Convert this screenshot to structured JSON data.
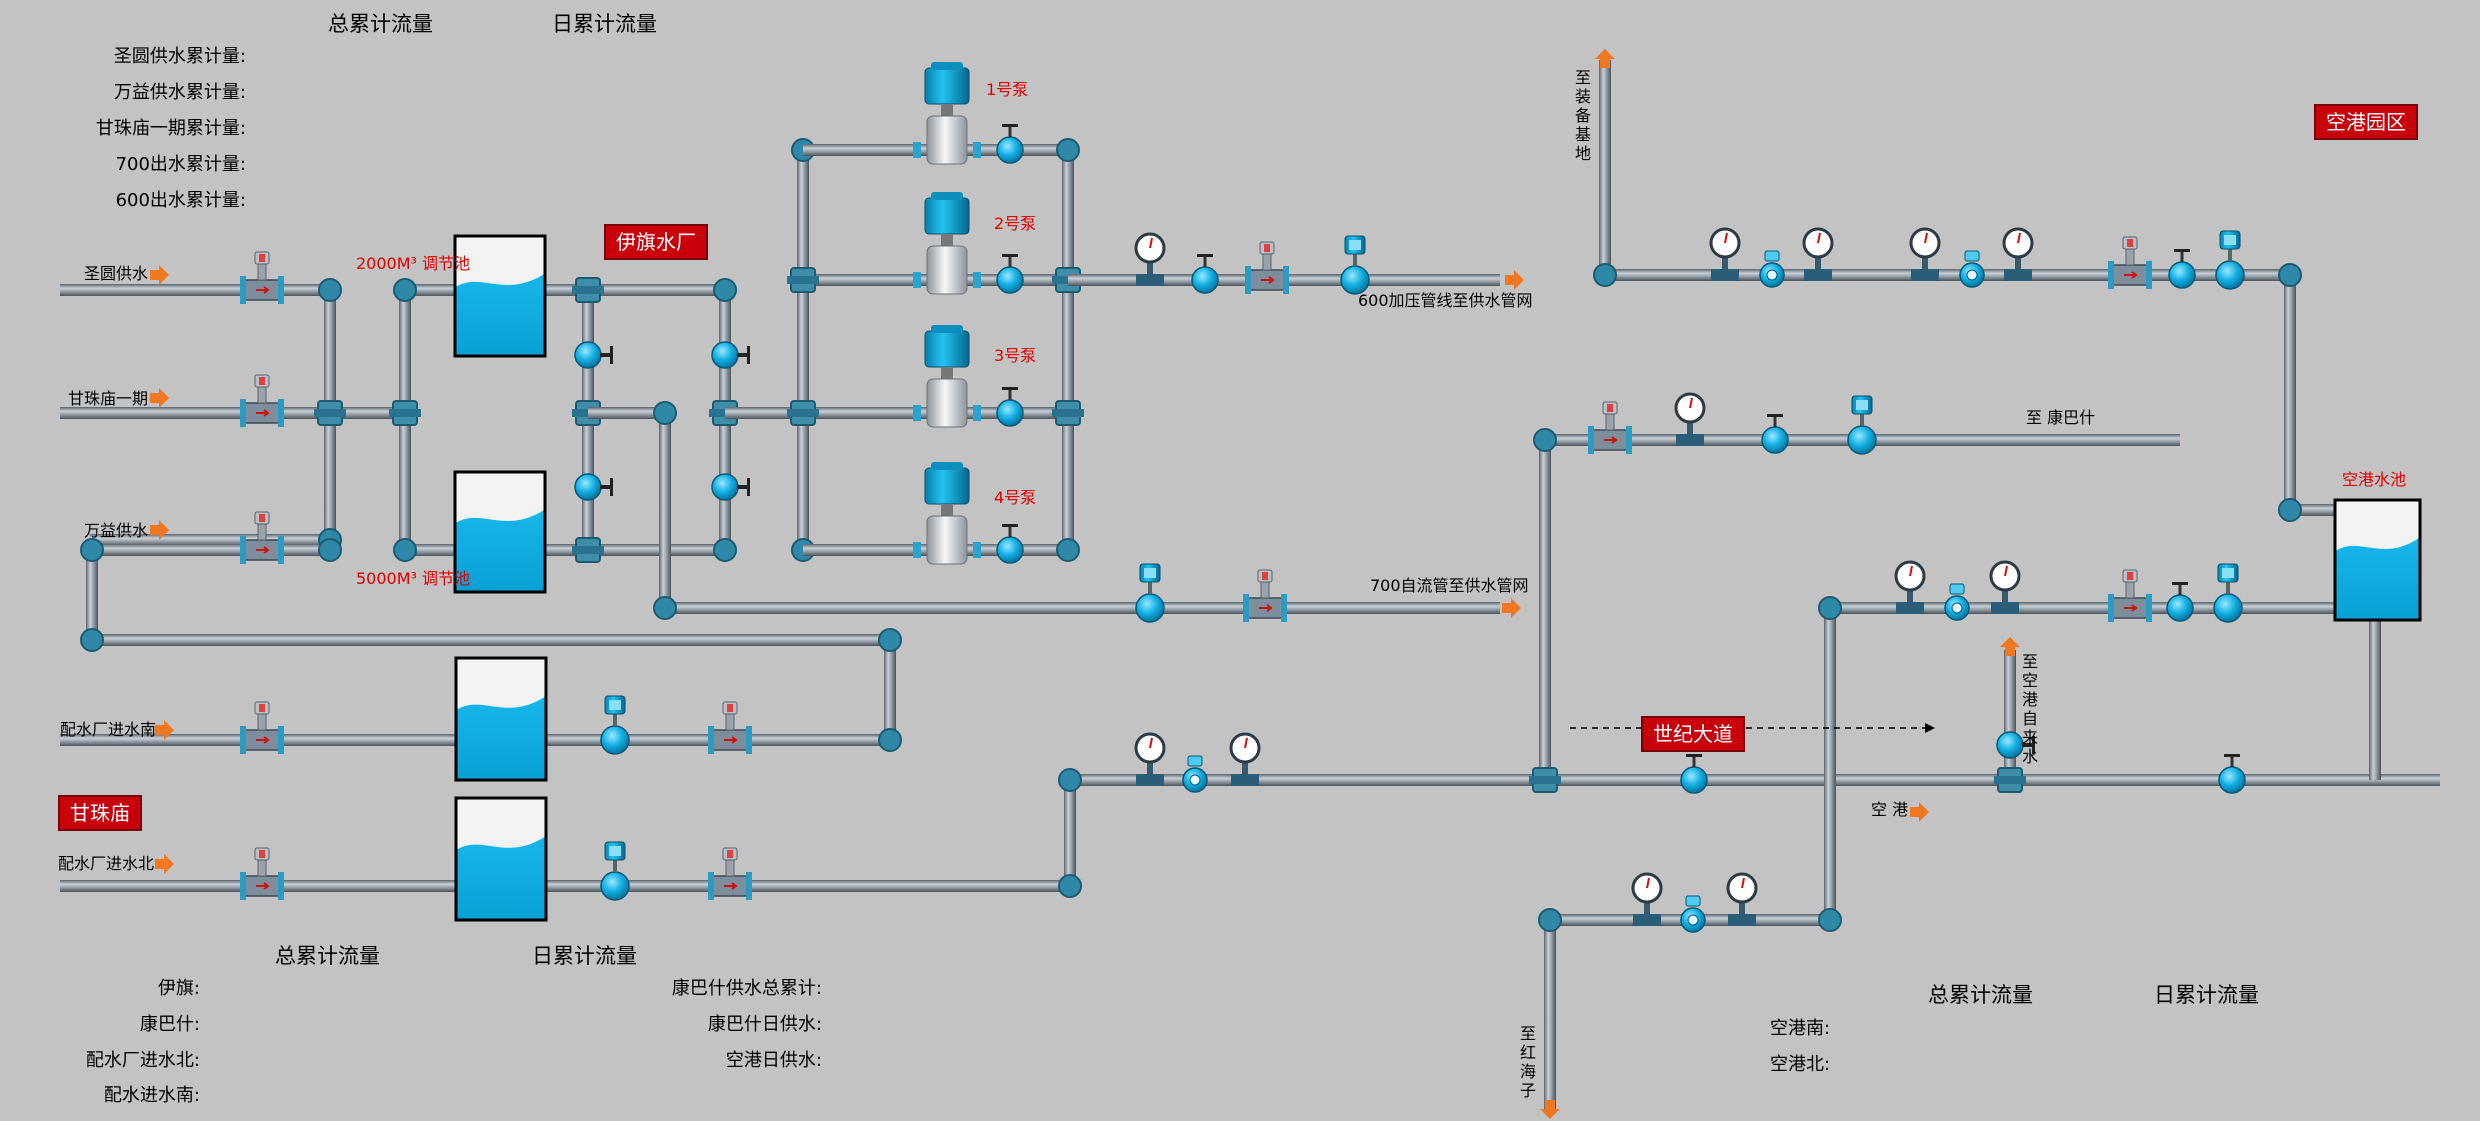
{
  "top_left_panel": {
    "header_total": "总累计流量",
    "header_daily": "日累计流量",
    "rows": [
      "圣圆供水累计量:",
      "万益供水累计量:",
      "甘珠庙一期累计量:",
      "700出水累计量:",
      "600出水累计量:"
    ]
  },
  "bottom_left_panel": {
    "header_total": "总累计流量",
    "header_daily": "日累计流量",
    "rows": [
      "伊旗:",
      "康巴什:",
      "配水厂进水北:",
      "配水进水南:"
    ]
  },
  "bottom_middle_panel": {
    "rows": [
      "康巴什供水总累计:",
      "康巴什日供水:",
      "空港日供水:"
    ]
  },
  "bottom_right_panel": {
    "header_total": "总累计流量",
    "header_daily": "日累计流量",
    "rows": [
      "空港南:",
      "空港北:"
    ]
  },
  "inlets": {
    "shengyuan": "圣圆供水",
    "ganzhumiao1": "甘珠庙一期",
    "wanyi": "万益供水",
    "peishui_south": "配水厂进水南",
    "peishui_north": "配水厂进水北"
  },
  "tanks": {
    "tank_2000": "2000M³ 调节池",
    "tank_5000": "5000M³ 调节池",
    "konggang_pool": "空港水池"
  },
  "pumps": [
    "1号泵",
    "2号泵",
    "3号泵",
    "4号泵"
  ],
  "red_boxes": {
    "yiqi_plant": "伊旗水厂",
    "ganzhumiao": "甘珠庙",
    "shiji_dadao": "世纪大道",
    "konggang_park": "空港园区"
  },
  "pipe_labels": {
    "line_600": "600加压管线至供水管网",
    "line_700": "700自流管至供水管网",
    "to_kangbashi": "至 康巴什",
    "konggang": "空 港",
    "to_zhuangbei": "至装备基地",
    "to_konggang_tap": "至空港自来水",
    "to_honghaizi": "至红海子"
  },
  "colors": {
    "background": "#c3c3c3",
    "pipe": "#808a94",
    "water": "#0ca8dc",
    "valve": "#1ab8e6",
    "red_label": "#e00000",
    "red_box": "#c8000c",
    "arrow": "#f07820"
  }
}
